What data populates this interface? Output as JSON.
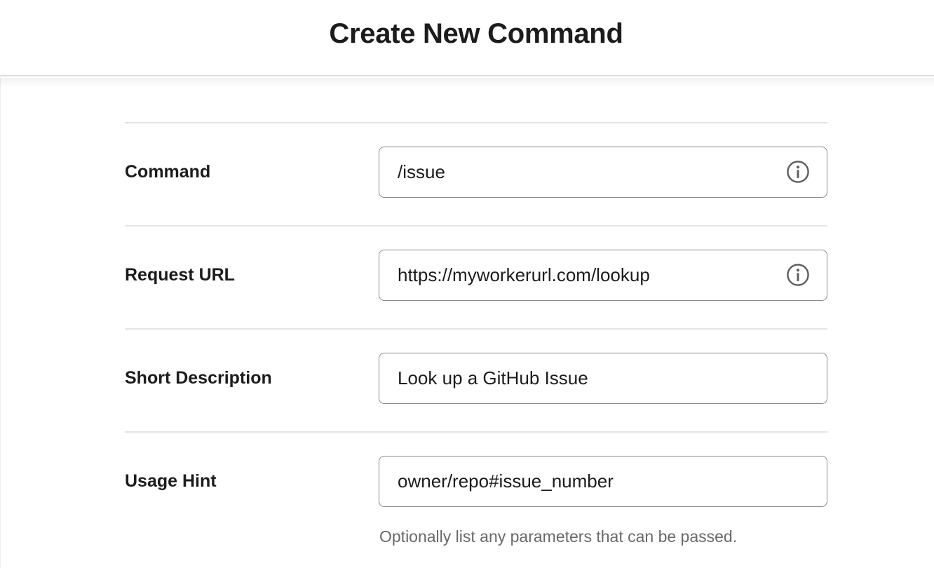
{
  "header": {
    "title": "Create New Command"
  },
  "form": {
    "fields": [
      {
        "label": "Command",
        "value": "/issue",
        "has_info_icon": true
      },
      {
        "label": "Request URL",
        "value": "https://myworkerurl.com/lookup",
        "has_info_icon": true
      },
      {
        "label": "Short Description",
        "value": "Look up a GitHub Issue",
        "has_info_icon": false
      },
      {
        "label": "Usage Hint",
        "value": "owner/repo#issue_number",
        "has_info_icon": false,
        "help": "Optionally list any parameters that can be passed."
      }
    ]
  },
  "icons": {
    "info": "info-circle"
  },
  "colors": {
    "text": "#1d1c1d",
    "input_border": "#8a8a8a",
    "divider": "#e4e4e4",
    "header_border": "#dcdcdc",
    "help_text": "#696969",
    "icon": "#5d5d5d",
    "background": "#ffffff"
  }
}
